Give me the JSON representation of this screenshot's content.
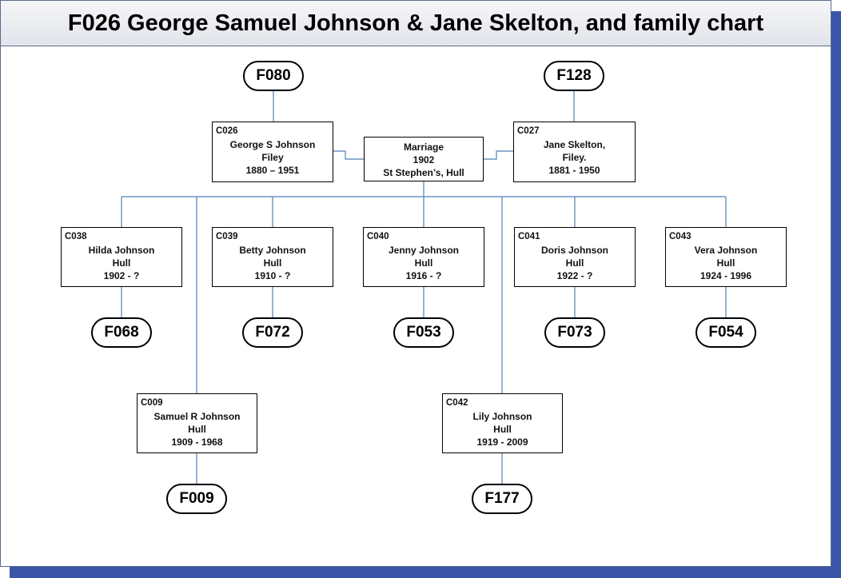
{
  "title": "F026 George Samuel Johnson & Jane Skelton, and family chart",
  "colors": {
    "border_shadow": "#3a55a8",
    "connector": "#4f7fb6",
    "title_bg": "#e8eaf0"
  },
  "top_families": {
    "father_parent": "F080",
    "mother_parent": "F128"
  },
  "parents": {
    "father": {
      "code": "C026",
      "name": "George S Johnson",
      "place": "Filey",
      "dates": "1880 – 1951"
    },
    "mother": {
      "code": "C027",
      "name": "Jane Skelton,",
      "place": "Filey.",
      "dates": "1881 - 1950"
    }
  },
  "marriage": {
    "label": "Marriage",
    "year": "1902",
    "place": "St Stephen’s, Hull"
  },
  "children": [
    {
      "id": "c038",
      "code": "C038",
      "name": "Hilda Johnson",
      "place": "Hull",
      "dates": "1902 - ?",
      "family": "F068"
    },
    {
      "id": "c039",
      "code": "C039",
      "name": "Betty Johnson",
      "place": "Hull",
      "dates": "1910 - ?",
      "family": "F072"
    },
    {
      "id": "c040",
      "code": "C040",
      "name": "Jenny Johnson",
      "place": "Hull",
      "dates": "1916 - ?",
      "family": "F053"
    },
    {
      "id": "c041",
      "code": "C041",
      "name": "Doris Johnson",
      "place": "Hull",
      "dates": "1922 - ?",
      "family": "F073"
    },
    {
      "id": "c043",
      "code": "C043",
      "name": "Vera Johnson",
      "place": "Hull",
      "dates": "1924 - 1996",
      "family": "F054"
    },
    {
      "id": "c009",
      "code": "C009",
      "name": "Samuel R Johnson",
      "place": "Hull",
      "dates": "1909 - 1968",
      "family": "F009"
    },
    {
      "id": "c042",
      "code": "C042",
      "name": "Lily Johnson",
      "place": "Hull",
      "dates": "1919 - 2009",
      "family": "F177"
    }
  ]
}
